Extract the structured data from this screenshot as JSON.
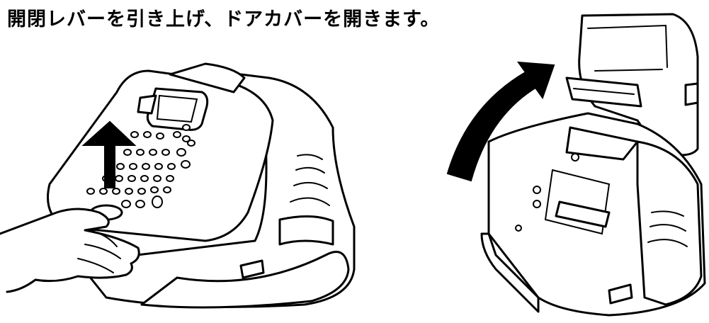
{
  "instruction": {
    "text": "開閉レバーを引き上げ、ドアカバーを開きます。"
  },
  "figures": [
    {
      "name": "printer-closed-lifting-lever",
      "arrow_direction": "up"
    },
    {
      "name": "printer-door-cover-open",
      "arrow_direction": "curved-up-right"
    }
  ],
  "colors": {
    "line": "#000000",
    "background": "#ffffff"
  }
}
